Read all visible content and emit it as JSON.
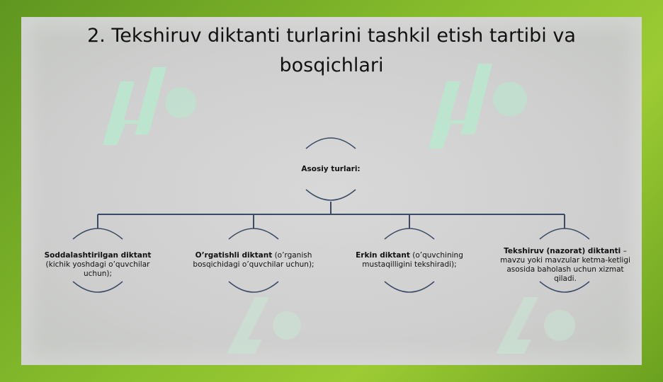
{
  "slide": {
    "title": "2. Tekshiruv diktanti turlarini tashkil etish tartibi va bosqichlari"
  },
  "diagram": {
    "root": {
      "label": "Asosiy turlari:"
    },
    "children": [
      {
        "bold": "Soddalashtirilgan diktant",
        "text": " (kichik yoshdagi o’quvchilar uchun);"
      },
      {
        "bold": "O’rgatishli diktant",
        "text": " (o’rganish bosqichidagi o’quvchilar uchun);"
      },
      {
        "bold": "Erkin diktant",
        "text": " (o’quvchining mustaqilligini tekshiradi);"
      },
      {
        "bold": "Tekshiruv (nazorat) diktanti",
        "text": " – mavzu yoki mavzular ketma-ketligi asosida baholash uchun xizmat qiladi."
      }
    ]
  },
  "colors": {
    "connector": "#3a4a66",
    "watermark": "#b8e8cf"
  }
}
